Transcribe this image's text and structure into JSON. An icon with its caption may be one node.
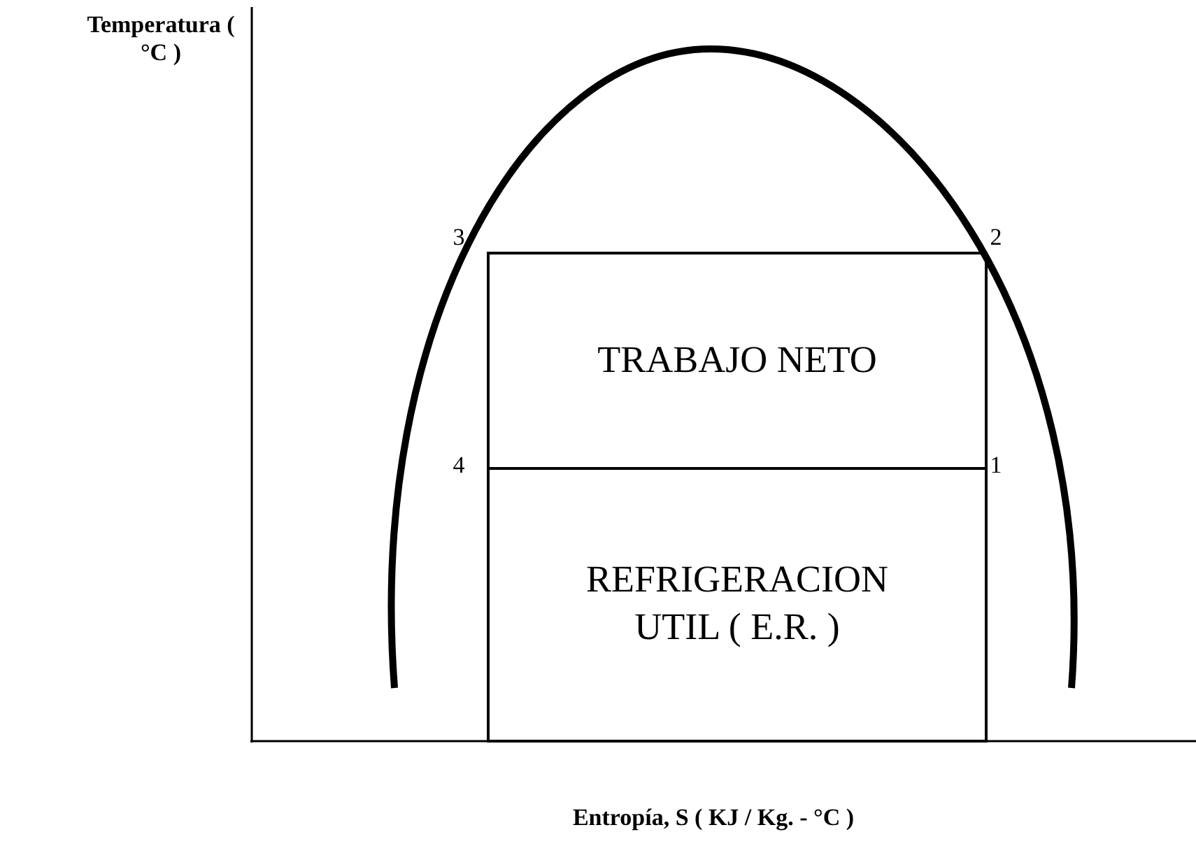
{
  "diagram": {
    "nodes": [
      {
        "text": [
          "TRABAJO NETO"
        ]
      },
      {
        "text": [
          "REFRIGERACION UTIL ( E.R. )"
        ]
      }
    ],
    "labels": [
      "Temperatura ( °C )",
      "3",
      "2",
      "4",
      "1",
      "Entropía, S ( KJ / Kg. - °C )"
    ]
  }
}
